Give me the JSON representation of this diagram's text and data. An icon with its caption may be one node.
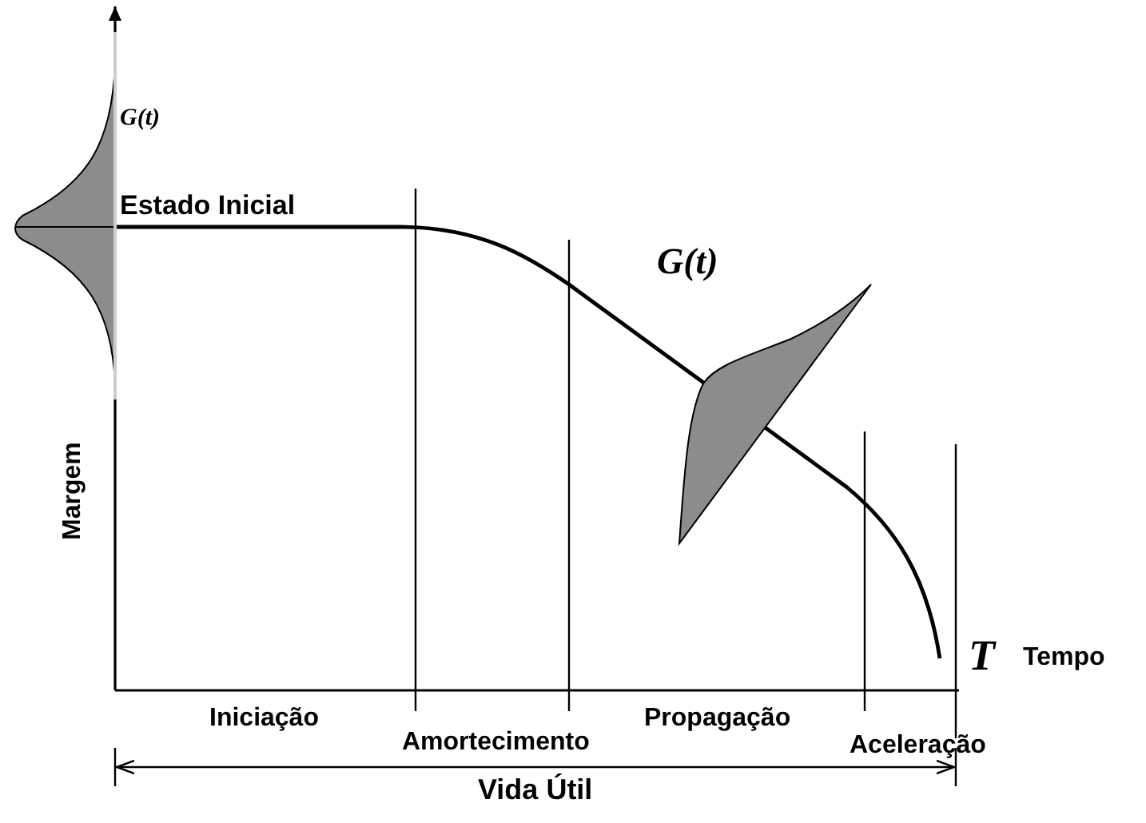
{
  "diagram": {
    "labels": [
      "G(t)",
      "Estado Inicial",
      "G(t)",
      "T",
      "Tempo",
      "Margem",
      "Iniciação",
      "Amortecimento",
      "Propagação",
      "Aceleração",
      "Vida Útil"
    ]
  }
}
